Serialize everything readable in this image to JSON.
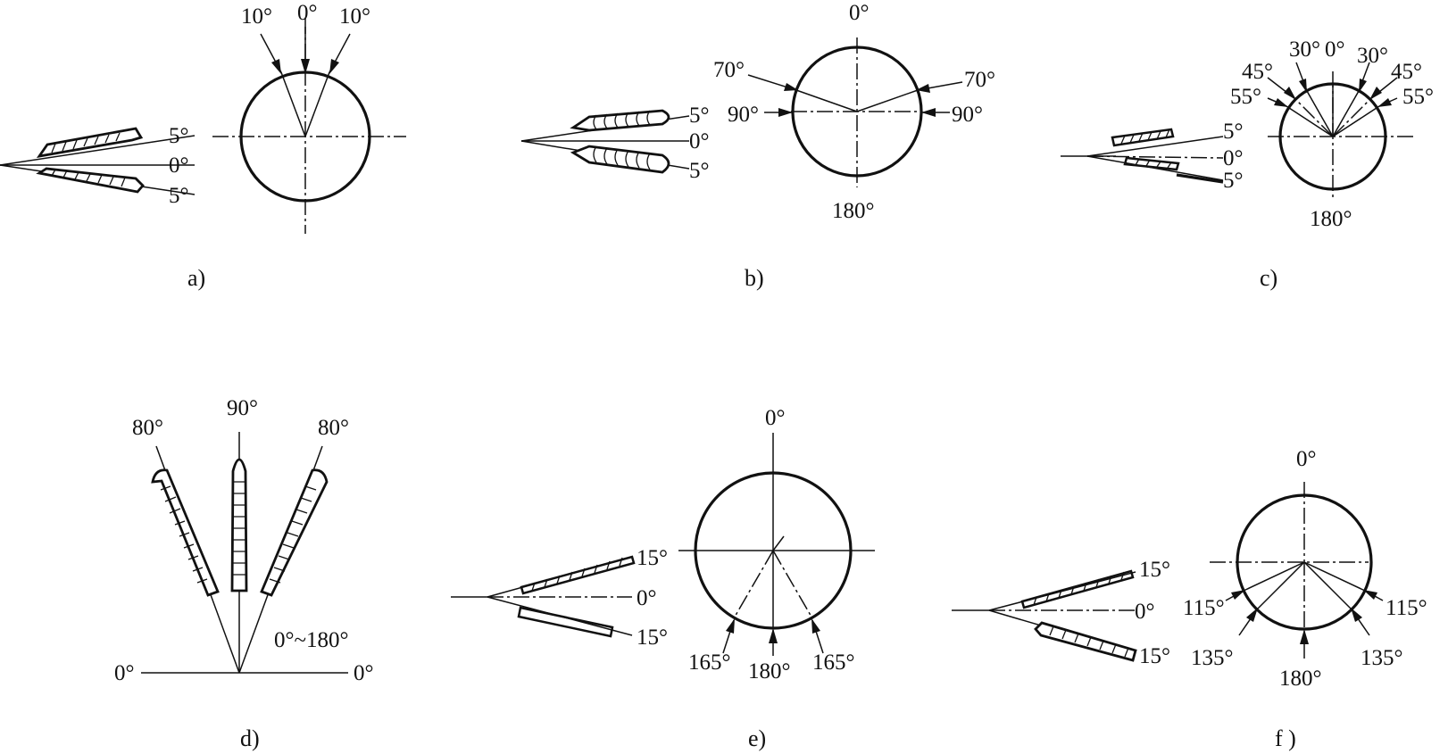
{
  "panels": {
    "a": {
      "caption": "a)",
      "bead_labels": [
        "5°",
        "0°",
        "5°"
      ],
      "circle_labels": [
        "10°",
        "0°",
        "10°"
      ]
    },
    "b": {
      "caption": "b)",
      "bead_labels": [
        "5°",
        "0°",
        "5°"
      ],
      "circle_labels": [
        "0°",
        "70°",
        "90°",
        "70°",
        "90°",
        "180°"
      ]
    },
    "c": {
      "caption": "c)",
      "bead_labels": [
        "5°",
        "0°",
        "5°"
      ],
      "circle_labels": [
        "30°",
        "0°",
        "30°",
        "45°",
        "45°",
        "55°",
        "55°",
        "180°"
      ]
    },
    "d": {
      "caption": "d)",
      "labels": [
        "80°",
        "90°",
        "80°",
        "0°~180°",
        "0°",
        "0°"
      ]
    },
    "e": {
      "caption": "e)",
      "bead_labels": [
        "15°",
        "0°",
        "15°"
      ],
      "circle_labels": [
        "0°",
        "165°",
        "180°",
        "165°"
      ]
    },
    "f": {
      "caption": "f )",
      "bead_labels": [
        "15°",
        "0°",
        "15°"
      ],
      "circle_labels": [
        "0°",
        "115°",
        "115°",
        "135°",
        "135°",
        "180°"
      ]
    }
  }
}
